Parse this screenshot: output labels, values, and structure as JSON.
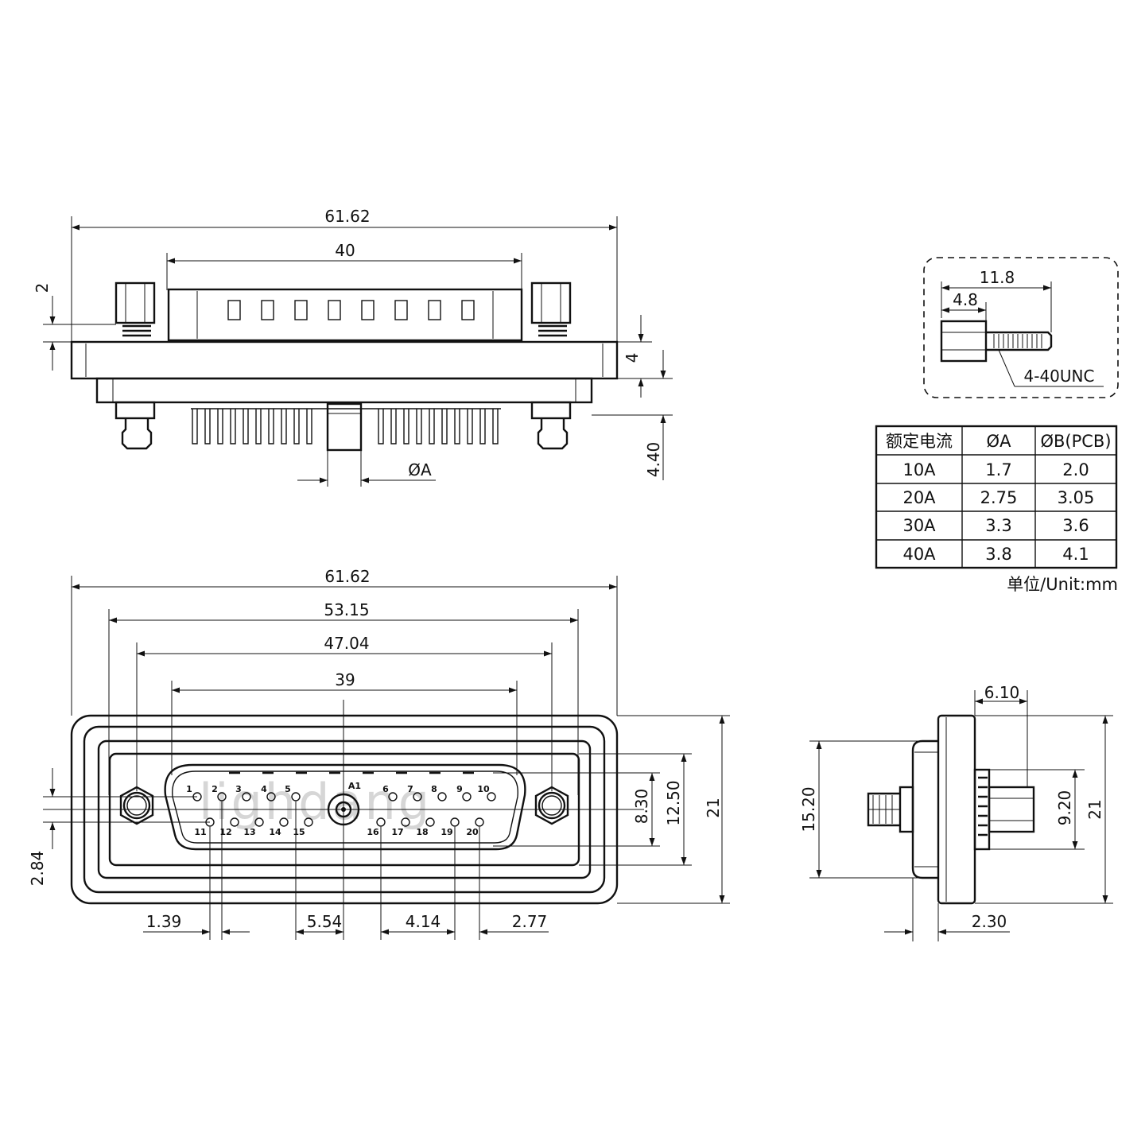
{
  "top_view": {
    "dims": {
      "overall_width": "61.62",
      "shell_width": "40",
      "standoff_gap": "2",
      "flange_thickness": "4",
      "pin_projection": "4.40",
      "diameter_a": "ØA"
    }
  },
  "front_view": {
    "dims": {
      "overall_width": "61.62",
      "mount_hole_pitch": "53.15",
      "shell_outer_width": "47.04",
      "contact_span": "39",
      "d_height_inner": "8.30",
      "d_height_outer": "12.50",
      "overall_height": "21",
      "row_offset": "2.84",
      "pitch_small": "1.39",
      "center_offset": "5.54",
      "power_pitch": "4.14",
      "signal_pitch": "2.77"
    },
    "center_contact_label": "A1",
    "row1_pins": [
      "1",
      "2",
      "3",
      "4",
      "5",
      "6",
      "7",
      "8",
      "9",
      "10"
    ],
    "row2_pins": [
      "11",
      "12",
      "13",
      "14",
      "15",
      "16",
      "17",
      "18",
      "19",
      "20"
    ],
    "watermark": "lighdang"
  },
  "side_view": {
    "dims": {
      "top_width": "6.10",
      "body_height": "15.20",
      "standoff_height": "9.20",
      "overall_height": "21",
      "flange_offset": "2.30"
    }
  },
  "detail": {
    "total_length": "11.8",
    "hex_length": "4.8",
    "thread_label": "4-40UNC"
  },
  "spec_table": {
    "headers": [
      "额定电流",
      "ØA",
      "ØB(PCB)"
    ],
    "rows": [
      [
        "10A",
        "1.7",
        "2.0"
      ],
      [
        "20A",
        "2.75",
        "3.05"
      ],
      [
        "30A",
        "3.3",
        "3.6"
      ],
      [
        "40A",
        "3.8",
        "4.1"
      ]
    ],
    "unit_note": "单位/Unit:mm"
  }
}
